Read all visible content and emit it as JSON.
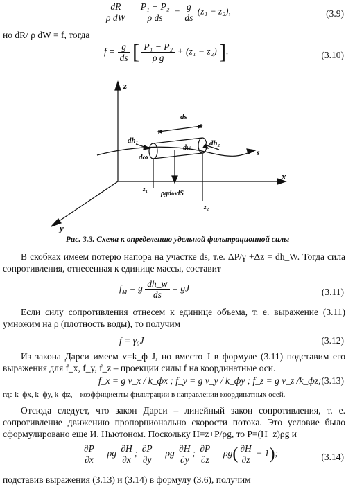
{
  "eq39": {
    "lhs_num": "dR",
    "lhs_den": "ρ dW",
    "f1_num": "P₁ − P₂",
    "f1_den": "ρ ds",
    "f2_num": "g",
    "f2_den": "ds",
    "tail": "(z₁ − z₂),",
    "number": "(3.9)"
  },
  "line_then": "но dR/ ρ dW = f, тогда",
  "eq310": {
    "lhs": "f =",
    "f1_num": "g",
    "f1_den": "ds",
    "f2_num": "P₁ − P₂",
    "f2_den": "ρ g",
    "tail": "+ (z₁ − z₂)",
    "number": "(3.10)"
  },
  "figure": {
    "labels": {
      "z": "z",
      "y": "y",
      "x": "x",
      "dh1": "dh₁",
      "dh2": "dh₂",
      "dw": "dω",
      "ds": "ds",
      "dw_small": "dw",
      "weight": "ρgdωdS",
      "z1": "z₁",
      "z2": "z₂",
      "s": "s"
    },
    "caption": "Рис. 3.3. Схема к определению удельной фильтрационной силы"
  },
  "para1": "В скобках имеем потерю напора на участке ds, т.е. ΔP/γ +Δz = dh_W. Тогда сила сопротивления, отнесенная к единице массы, составит",
  "eq311": {
    "text": "f_M = g dh_w/ds = gJ",
    "lhs": "f",
    "lhs_sub": "M",
    "mid": "= g",
    "num": "dh_w",
    "den": "ds",
    "rhs": "= gJ",
    "number": "(3.11)"
  },
  "para2": "Если силу сопротивления отнесем к единице объема, т. е. выражение (3.11) умножим на ρ (плотность воды), то получим",
  "eq312": {
    "text": "f = γ₀J",
    "number": "(3.12)"
  },
  "para3": "Из закона Дарси имеем v=k_ф J, но вместо J в формуле (3.11) подставим его выражения для f_x, f_y, f_z – проекции силы f на координатные оси.",
  "eq313": {
    "text": "f_x = g v_x / k_фx ; f_y = g v_y / k_фy ; f_z = g v_z /k_фz;",
    "number": "(3.13)"
  },
  "note": "где k_фx, k_фy, k_фz, – коэффициенты фильтрации в направлении координатных осей.",
  "para4": "Отсюда следует, что закон Дарси – линейный закон сопротивления, т. е. сопротивление движению пропорционально скорости потока. Это условие было сформулировано еще И. Ньютоном. Поскольку H=z+P/ρg, то P=(H−z)ρg и",
  "eq314": {
    "a_num": "∂P",
    "a_den": "∂x",
    "a_mid": "= ρg",
    "b_num": "∂H",
    "b_den": "∂x",
    "c_num": "∂P",
    "c_den": "∂y",
    "c_mid": "= ρg",
    "d_num": "∂H",
    "d_den": "∂y",
    "e_num": "∂P",
    "e_den": "∂z",
    "e_mid": "= ρg",
    "f_num": "∂H",
    "f_den": "∂z",
    "f_tail": "− 1",
    "sep": ";",
    "number": "(3.14)"
  },
  "para5": "подставив выражения (3.13) и (3.14) в формулу (3.6), получим"
}
